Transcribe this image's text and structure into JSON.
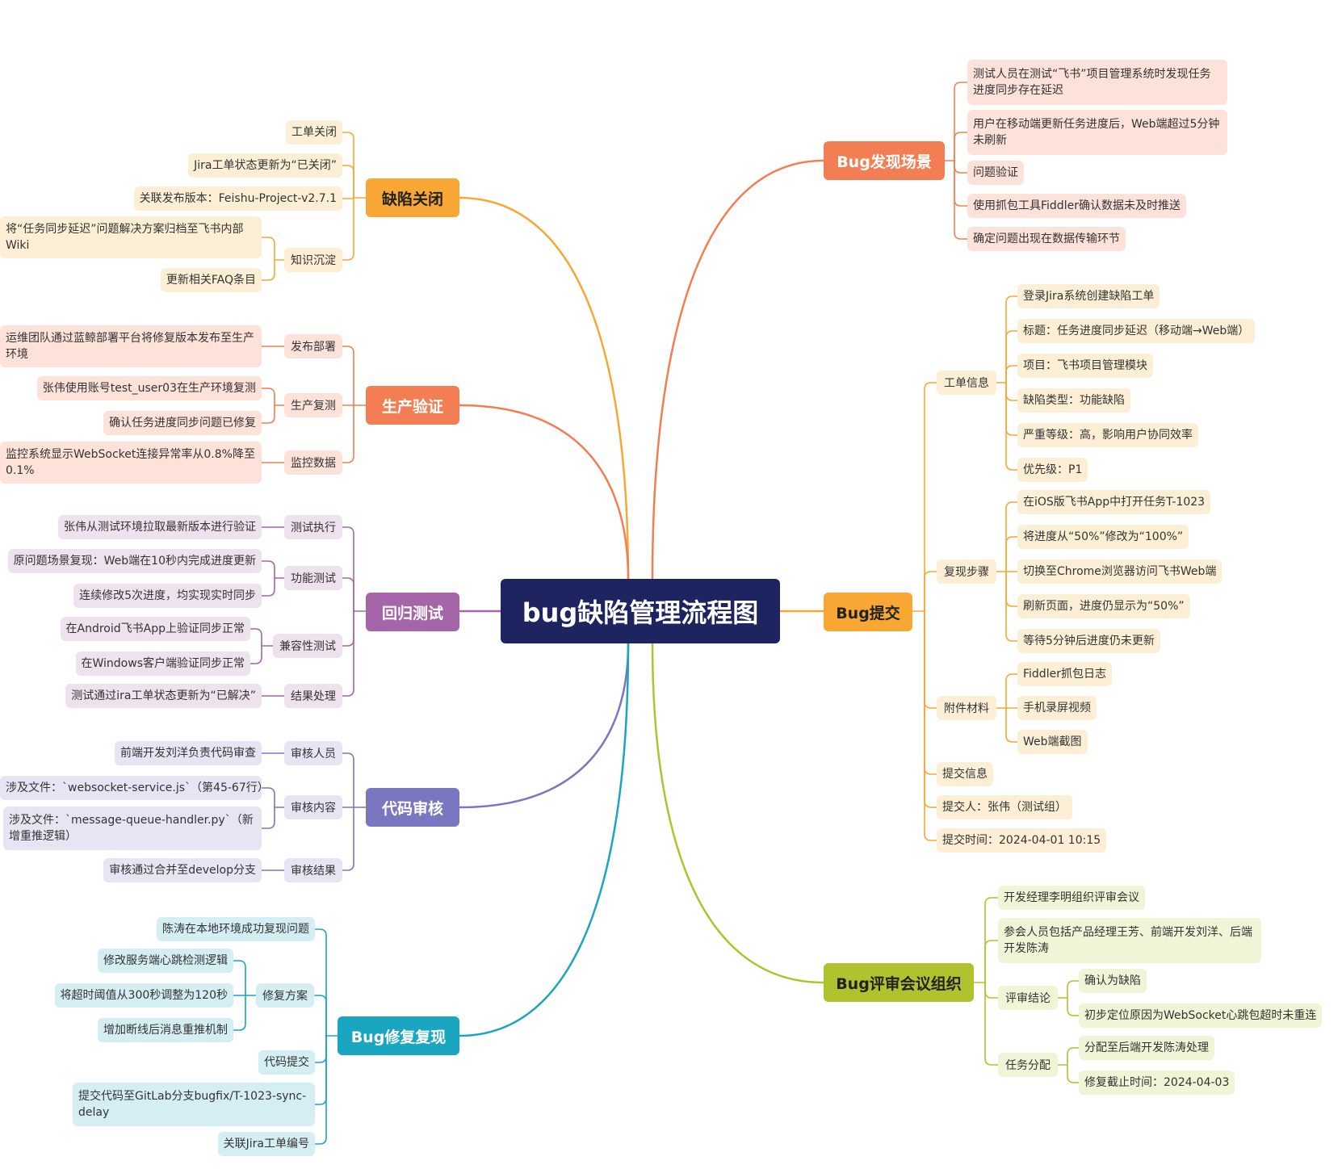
{
  "root": "bug缺陷管理流程图",
  "colors": {
    "root": "#1e2460",
    "discovery": "#f47e53",
    "submit": "#f8a734",
    "review_meeting": "#b1c22f",
    "close": "#f8a734",
    "prod_verify": "#f47e53",
    "regression": "#a466a9",
    "code_review": "#7b76c0",
    "fix": "#1aa5c1"
  },
  "branches": {
    "discovery": {
      "label": "Bug发现场景",
      "items": [
        "测试人员在测试“飞书”项目管理系统时发现任务进度同步存在延迟",
        "用户在移动端更新任务进度后，Web端超过5分钟未刷新",
        "问题验证",
        "使用抓包工具Fiddler确认数据未及时推送",
        "确定问题出现在数据传输环节"
      ]
    },
    "submit": {
      "label": "Bug提交",
      "ticket_info": {
        "label": "工单信息",
        "items": [
          "登录Jira系统创建缺陷工单",
          "标题：任务进度同步延迟（移动端→Web端）",
          "项目：飞书项目管理模块",
          "缺陷类型：功能缺陷",
          "严重等级：高，影响用户协同效率",
          "优先级：P1"
        ]
      },
      "repro_steps": {
        "label": "复现步骤",
        "items": [
          "在iOS版飞书App中打开任务T-1023",
          "将进度从“50%”修改为“100%”",
          "切换至Chrome浏览器访问飞书Web端",
          "刷新页面，进度仍显示为“50%”",
          "等待5分钟后进度仍未更新"
        ]
      },
      "attachments": {
        "label": "附件材料",
        "items": [
          "Fiddler抓包日志",
          "手机录屏视频",
          "Web端截图"
        ]
      },
      "submit_info": "提交信息",
      "submitter": "提交人：张伟（测试组）",
      "submit_time": "提交时间：2024-04-01 10:15"
    },
    "review_meeting": {
      "label": "Bug评审会议组织",
      "organizer": "开发经理李明组织评审会议",
      "attendees": "参会人员包括产品经理王芳、前端开发刘洋、后端开发陈涛",
      "conclusion": {
        "label": "评审结论",
        "items": [
          "确认为缺陷",
          "初步定位原因为WebSocket心跳包超时未重连"
        ]
      },
      "assignment": {
        "label": "任务分配",
        "items": [
          "分配至后端开发陈涛处理",
          "修复截止时间：2024-04-03"
        ]
      }
    },
    "close": {
      "label": "缺陷关闭",
      "ticket_close": "工单关闭",
      "jira_status": "Jira工单状态更新为“已关闭”",
      "release": "关联发布版本：Feishu-Project-v2.7.1",
      "knowledge": {
        "label": "知识沉淀",
        "items": [
          "将“任务同步延迟”问题解决方案归档至飞书内部Wiki",
          "更新相关FAQ条目"
        ]
      }
    },
    "prod_verify": {
      "label": "生产验证",
      "deploy": {
        "label": "发布部署",
        "items": [
          "运维团队通过蓝鲸部署平台将修复版本发布至生产环境"
        ]
      },
      "retest": {
        "label": "生产复测",
        "items": [
          "张伟使用账号test_user03在生产环境复测",
          "确认任务进度同步问题已修复"
        ]
      },
      "monitor": {
        "label": "监控数据",
        "items": [
          "监控系统显示WebSocket连接异常率从0.8%降至0.1%"
        ]
      }
    },
    "regression": {
      "label": "回归测试",
      "exec": {
        "label": "测试执行",
        "items": [
          "张伟从测试环境拉取最新版本进行验证"
        ]
      },
      "func": {
        "label": "功能测试",
        "items": [
          "原问题场景复现：Web端在10秒内完成进度更新",
          "连续修改5次进度，均实现实时同步"
        ]
      },
      "compat": {
        "label": "兼容性测试",
        "items": [
          "在Android飞书App上验证同步正常",
          "在Windows客户端验证同步正常"
        ]
      },
      "result": {
        "label": "结果处理",
        "items": [
          "测试通过ira工单状态更新为“已解决”"
        ]
      }
    },
    "code_review": {
      "label": "代码审核",
      "reviewer": {
        "label": "审核人员",
        "items": [
          "前端开发刘洋负责代码审查"
        ]
      },
      "content": {
        "label": "审核内容",
        "items": [
          "涉及文件：`websocket-service.js`（第45-67行）",
          "涉及文件：`message-queue-handler.py`（新增重推逻辑）"
        ]
      },
      "result": {
        "label": "审核结果",
        "items": [
          "审核通过合并至develop分支"
        ]
      }
    },
    "fix": {
      "label": "Bug修复复现",
      "reproduced": "陈涛在本地环境成功复现问题",
      "plan": {
        "label": "修复方案",
        "items": [
          "修改服务端心跳检测逻辑",
          "将超时阈值从300秒调整为120秒",
          "增加断线后消息重推机制"
        ]
      },
      "commit_label": "代码提交",
      "commit": "提交代码至GitLab分支bugfix/T-1023-sync-delay",
      "jira_id": "关联Jira工单编号"
    }
  }
}
